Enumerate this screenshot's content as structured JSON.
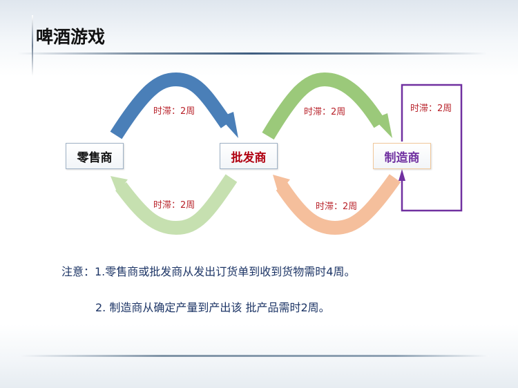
{
  "title": "啤酒游戏",
  "nodes": {
    "retailer": "零售商",
    "wholesaler": "批发商",
    "manufacturer": "制造商"
  },
  "lags": {
    "retailer_to_wholesaler": "时滞：2周",
    "wholesaler_to_retailer": "时滞：2周",
    "wholesaler_to_manufacturer": "时滞：2周",
    "manufacturer_to_wholesaler": "时滞：2周",
    "manufacturer_self": "时滞：2周"
  },
  "notes": {
    "line1": "注意：1.零售商或批发商从发出订货单到收到货物需时4周。",
    "line2": "2. 制造商从确定产量到产出该 批产品需时2周。"
  },
  "colors": {
    "blue": "#4a7fb8",
    "green": "#9bc97a",
    "light_green": "#c6e0b0",
    "orange": "#f5bf9c",
    "purple": "#7030a0"
  }
}
